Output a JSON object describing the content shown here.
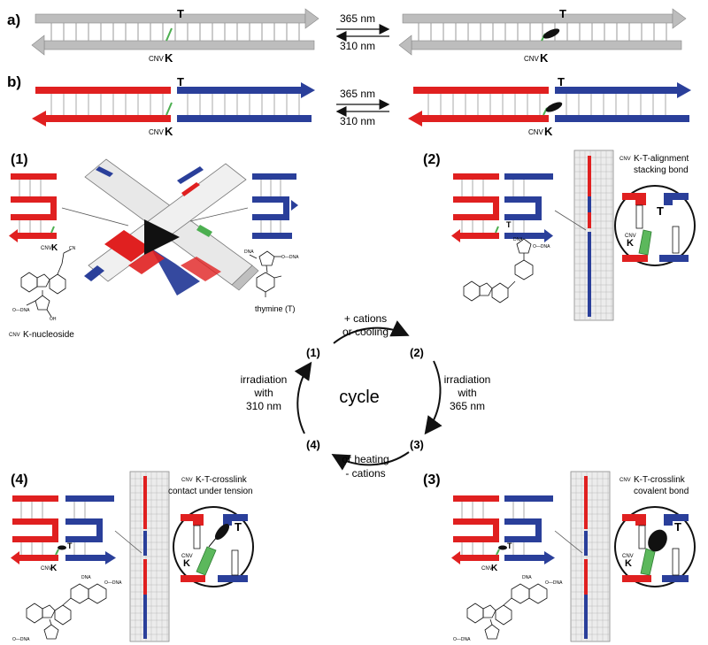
{
  "panel_a": {
    "label": "a)",
    "top_base": "T",
    "bottom_base": "K",
    "bottom_base_prefix": "CNV"
  },
  "panel_b": {
    "label": "b)",
    "top_base": "T",
    "bottom_base": "K",
    "bottom_base_prefix": "CNV"
  },
  "reaction": {
    "forward": "365 nm",
    "reverse": "310 nm"
  },
  "states": {
    "s1": {
      "num": "(1)",
      "legend_k_prefix": "CNV",
      "legend_k": "K",
      "nucleoside_prefix": "CNV",
      "nucleoside_label": "K-nucleoside",
      "thymine_label": "thymine (T)",
      "dna": "DNA",
      "odna": "O—DNA",
      "cn": "CN",
      "oh": "OH"
    },
    "s2": {
      "num": "(2)",
      "caption_prefix": "CNV",
      "caption_line1": "K-T-alignment",
      "caption_line2": "stacking bond",
      "t": "T",
      "k_prefix": "CNV",
      "k": "K"
    },
    "s3": {
      "num": "(3)",
      "caption_prefix": "CNV",
      "caption_line1": "K-T-crosslink",
      "caption_line2": "covalent bond",
      "t": "T",
      "k_prefix": "CNV",
      "k": "K"
    },
    "s4": {
      "num": "(4)",
      "caption_prefix": "CNV",
      "caption_line1": "K-T-crosslink",
      "caption_line2": "contact under tension",
      "t": "T",
      "k_prefix": "CNV",
      "k": "K"
    }
  },
  "cycle": {
    "center": "cycle",
    "n1": "(1)",
    "n2": "(2)",
    "n3": "(3)",
    "n4": "(4)",
    "top_line1": "+ cations",
    "top_line2": "or cooling",
    "right_line1": "irradiation",
    "right_line2": "with",
    "right_line3": "365 nm",
    "bottom_line1": "or heating",
    "bottom_line2": "- cations",
    "left_line1": "irradiation",
    "left_line2": "with",
    "left_line3": "310 nm"
  },
  "colors": {
    "red": "#e02020",
    "blue": "#2a3f9a",
    "grey": "#bdbdbd",
    "green": "#4caf50",
    "black": "#111111"
  }
}
